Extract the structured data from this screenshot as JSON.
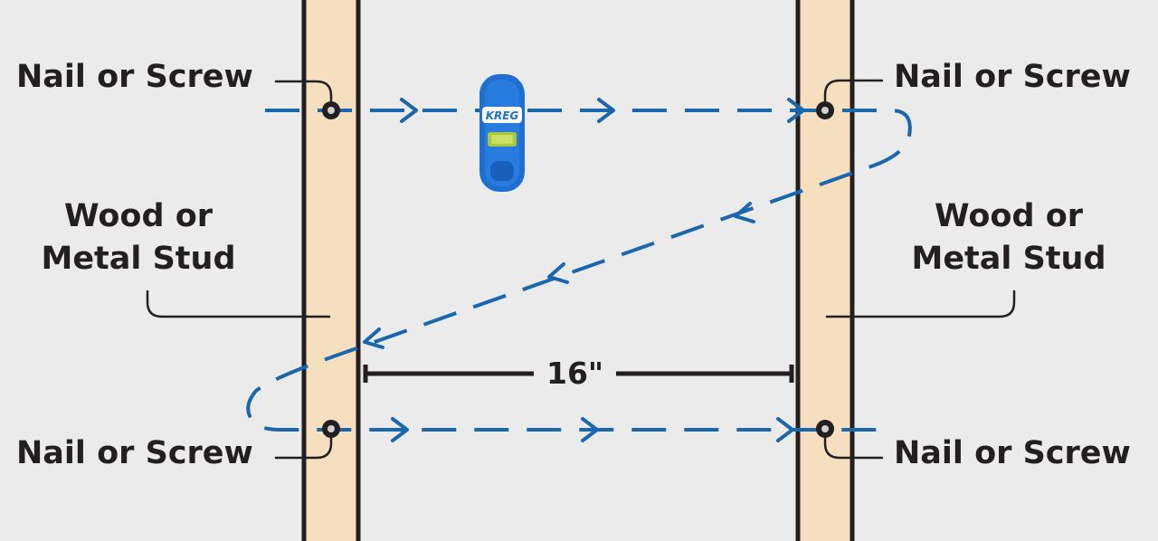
{
  "labels": {
    "top_left": "Nail or Screw",
    "top_right": "Nail or Screw",
    "bottom_left": "Nail or Screw",
    "bottom_right": "Nail or Screw",
    "stud_left_line1": "Wood or",
    "stud_left_line2": "Metal Stud",
    "stud_right_line1": "Wood or",
    "stud_right_line2": "Metal Stud",
    "spacing": "16\""
  },
  "device": {
    "brand": "KREG",
    "icon": "stud-finder-icon"
  },
  "colors": {
    "background": "#ebebeb",
    "stud_fill": "#f5dfbf",
    "stud_edge": "#231f20",
    "path": "#1a67ad",
    "device": "#1f6fd1",
    "text": "#231f20"
  }
}
